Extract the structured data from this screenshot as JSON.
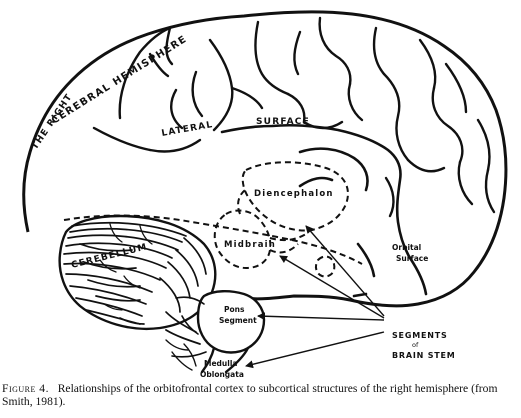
{
  "labels": {
    "the_right": "THE RIGHT",
    "cerebral_hemisphere": "CEREBRAL HEMISPHERE",
    "lateral": "LATERAL",
    "surface": "SURFACE",
    "diencephalon": "Diencephalon",
    "midbrain": "Midbrain",
    "cerebellum": "CEREBELLUM",
    "orbital": "Orbital",
    "orbital_surface": "Surface",
    "pons": "Pons",
    "segment": "Segment",
    "medulla": "Medulla",
    "oblongata": "Oblongata",
    "segments": "SEGMENTS",
    "of": "of",
    "brain_stem": "BRAIN STEM"
  },
  "caption": {
    "figure_label": "Figure 4.",
    "text": "Relationships of the orbitofrontal cortex to subcortical structures of the right hemisphere (from Smith, 1981)."
  }
}
